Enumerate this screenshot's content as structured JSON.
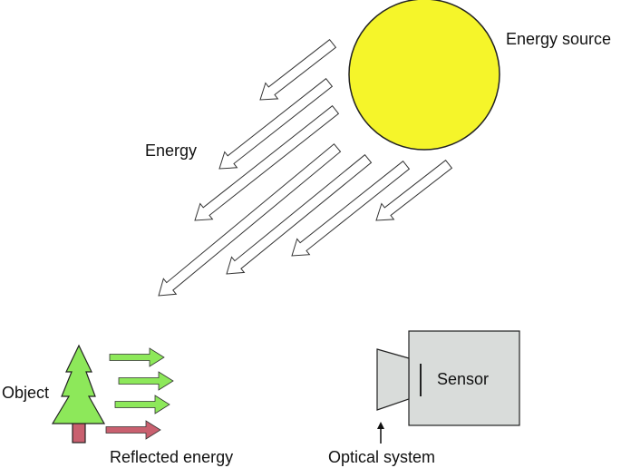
{
  "labels": {
    "energy_source": "Energy source",
    "energy": "Energy",
    "object": "Object",
    "reflected_energy": "Reflected energy",
    "sensor": "Sensor",
    "optical_system": "Optical system"
  },
  "colors": {
    "sun_fill": "#f5f52a",
    "tree_fill": "#8de85a",
    "trunk_fill": "#c9606f",
    "reflected_green": "#8de85a",
    "reflected_red": "#c9606f",
    "camera_fill": "#d9dcda",
    "outline": "#222222"
  },
  "icons": {
    "sun": "sun-circle",
    "tree": "tree-icon",
    "camera": "camera-icon"
  }
}
